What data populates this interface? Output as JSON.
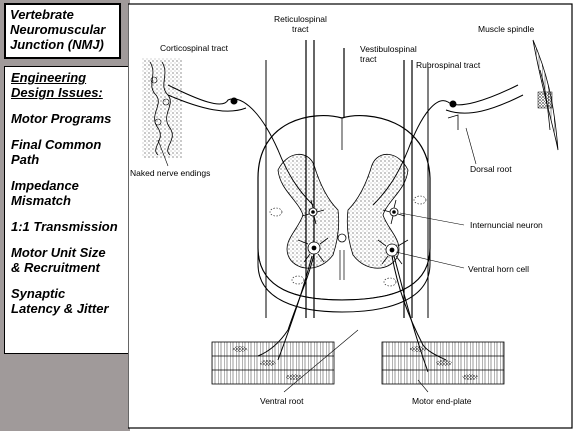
{
  "title": {
    "line1": "Vertebrate",
    "line2": "Neuromuscular",
    "line3": "Junction (NMJ)"
  },
  "issues": {
    "heading_line1": "Engineering",
    "heading_line2": "Design Issues:",
    "items": [
      {
        "line1": "Motor Programs",
        "line2": ""
      },
      {
        "line1": "Final Common",
        "line2": "Path"
      },
      {
        "line1": "Impedance",
        "line2": "Mismatch"
      },
      {
        "line1": "1:1 Transmission",
        "line2": ""
      },
      {
        "line1": "Motor Unit Size",
        "line2": "& Recruitment"
      },
      {
        "line1": "Synaptic",
        "line2": "Latency & Jitter"
      }
    ]
  },
  "diagram": {
    "labels": {
      "corticospinal": "Corticospinal tract",
      "reticulospinal_1": "Reticulospinal",
      "reticulospinal_2": "tract",
      "vestibulospinal_1": "Vestibulospinal",
      "vestibulospinal_2": "tract",
      "rubrospinal": "Rubrospinal tract",
      "muscle_spindle": "Muscle spindle",
      "naked_nerve": "Naked nerve endings",
      "dorsal_root": "Dorsal root",
      "internuncial": "Internuncial neuron",
      "ventral_horn": "Ventral horn cell",
      "ventral_root": "Ventral root",
      "motor_endplate": "Motor end-plate"
    }
  }
}
